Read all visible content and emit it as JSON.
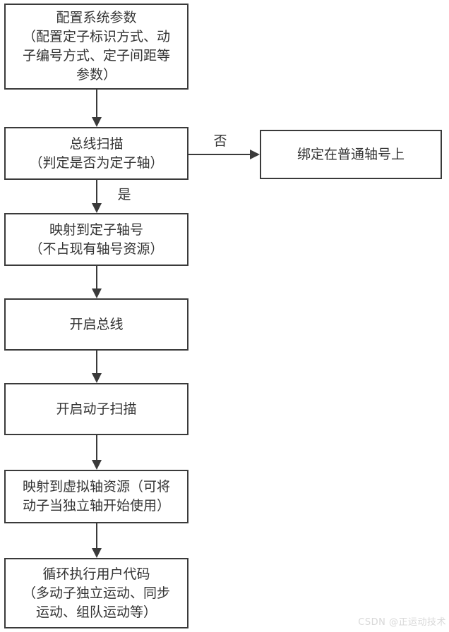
{
  "flowchart": {
    "type": "flowchart",
    "direction": "top-down",
    "nodes": [
      {
        "id": "configure-params",
        "label": "配置系统参数\n（配置定子标识方式、动\n子编号方式、定子间距等\n参数）"
      },
      {
        "id": "bus-scan",
        "label": "总线扫描\n（判定是否为定子轴）"
      },
      {
        "id": "bind-normal-axis",
        "label": "绑定在普通轴号上"
      },
      {
        "id": "map-stator-axis",
        "label": "映射到定子轴号\n（不占现有轴号资源）"
      },
      {
        "id": "open-bus",
        "label": "开启总线"
      },
      {
        "id": "open-mover-scan",
        "label": "开启动子扫描"
      },
      {
        "id": "map-virtual-axis",
        "label": "映射到虚拟轴资源（可将\n动子当独立轴开始使用）"
      },
      {
        "id": "loop-user-code",
        "label": "循环执行用户代码\n（多动子独立运动、同步\n运动、组队运动等）"
      }
    ],
    "edges": [
      {
        "from": "configure-params",
        "to": "bus-scan",
        "label": ""
      },
      {
        "from": "bus-scan",
        "to": "bind-normal-axis",
        "label": "否"
      },
      {
        "from": "bus-scan",
        "to": "map-stator-axis",
        "label": "是"
      },
      {
        "from": "map-stator-axis",
        "to": "open-bus",
        "label": ""
      },
      {
        "from": "open-bus",
        "to": "open-mover-scan",
        "label": ""
      },
      {
        "from": "open-mover-scan",
        "to": "map-virtual-axis",
        "label": ""
      },
      {
        "from": "map-virtual-axis",
        "to": "loop-user-code",
        "label": ""
      }
    ],
    "edge_labels": {
      "no": "否",
      "yes": "是"
    }
  },
  "watermark": {
    "text": "CSDN @正运动技术"
  },
  "colors": {
    "background": "#ffffff",
    "box_border": "#3a3a3a",
    "box_fill": "#ffffff",
    "text": "#333333",
    "watermark": "#d8d8d8"
  }
}
